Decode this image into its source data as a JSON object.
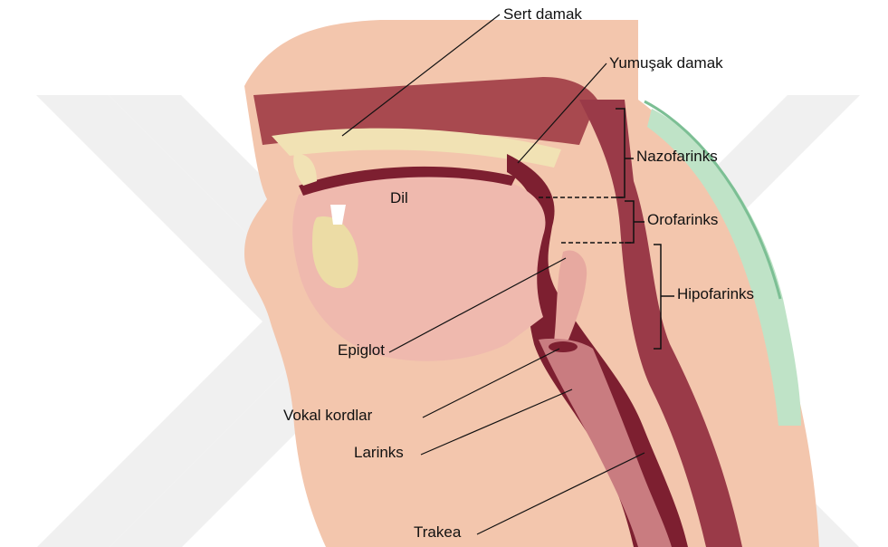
{
  "labels": {
    "sert_damak": "Sert damak",
    "yumusak_damak": "Yumuşak damak",
    "nazofarinks": "Nazofarinks",
    "orofarinks": "Orofarinks",
    "hipofarinks": "Hipofarinks",
    "epiglot": "Epiglot",
    "vokal_kordlar": "Vokal kordlar",
    "larinks": "Larinks",
    "trakea": "Trakea",
    "dil": "Dil"
  },
  "colors": {
    "skin": "#f3c6ad",
    "skin_shadow": "#e3a98d",
    "muscle": "#9a3a48",
    "cavity": "#7d1f30",
    "tongue": "#efb9ae",
    "bone": "#f1e2b4",
    "spine": "#bfe3c7",
    "watermark": "#eeeeee"
  },
  "icons": {
    "watermark": "chevron-watermark"
  }
}
